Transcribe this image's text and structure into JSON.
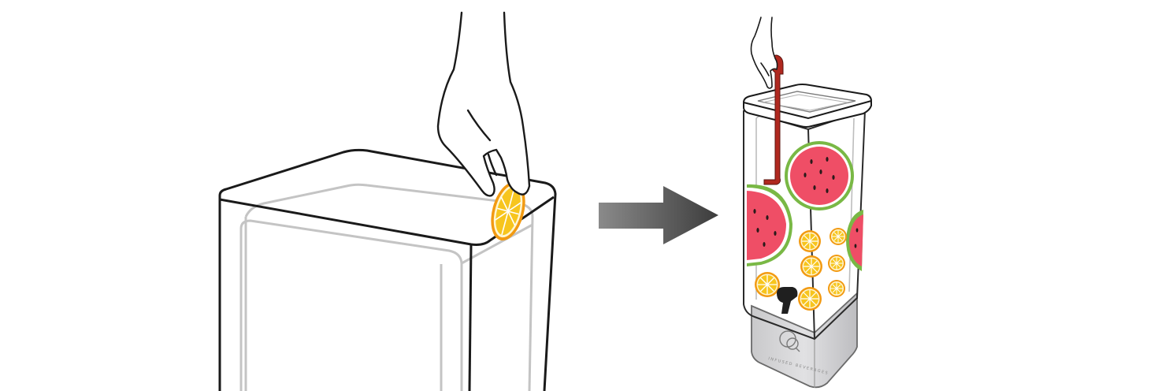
{
  "figure": {
    "left_panel": "Hand placing an orange slice into the infusion chamber of a square container",
    "right_panel": "Hand lifting the chamber out of a dispenser filled with watermelon and orange slices",
    "arrow": "right",
    "colors": {
      "outline": "#1a1a1a",
      "inner_outline": "#c4c4c4",
      "orange_fill": "#f7c51e",
      "orange_rind": "#f29a12",
      "watermelon_flesh": "#ef4e66",
      "watermelon_rind": "#79b845",
      "handle": "#b0281f",
      "base": "#d3d3d5",
      "arrow": "#4a4a4a"
    }
  },
  "dispenser": {
    "brand_text": "INFUSED BEVERAGES",
    "logo": "infusion-logo-icon"
  }
}
